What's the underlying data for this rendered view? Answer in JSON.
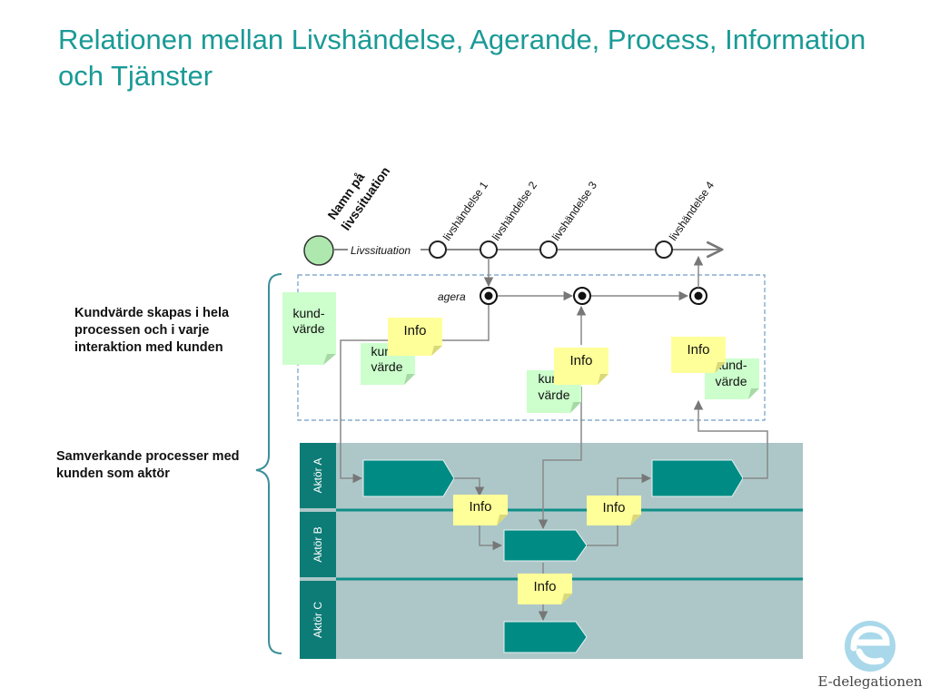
{
  "title": "Relationen mellan Livshändelse, Agerande, Process, Information och Tjänster",
  "side_labels": {
    "kundvarde": "Kundvärde skapas i hela processen och i varje interaktion med kunden",
    "samverkande": "Samverkande processer med kunden som aktör"
  },
  "situation_name": [
    "Namn på",
    "livssituation"
  ],
  "livssituation_label": "Livssituation",
  "agera_label": "agera",
  "events": [
    "livshändelse 1",
    "livshändelse 2",
    "livshändelse 3",
    "livshändelse 4"
  ],
  "lanes": [
    "Aktör A",
    "Aktör B",
    "Aktör C"
  ],
  "info_label": "Info",
  "kundvarde_label": [
    "kund-",
    "värde"
  ],
  "logo_text": "E-delegationen",
  "colors": {
    "title": "#1a9a96",
    "teal_process": "#008b84",
    "lane_bg": "#adc7c8",
    "lane_header": "#0e7c76",
    "info_note": "#ffff99",
    "kundvarde_note": "#ccffcc",
    "start_circle": "#aee8ae",
    "brace": "#3a8f98"
  }
}
